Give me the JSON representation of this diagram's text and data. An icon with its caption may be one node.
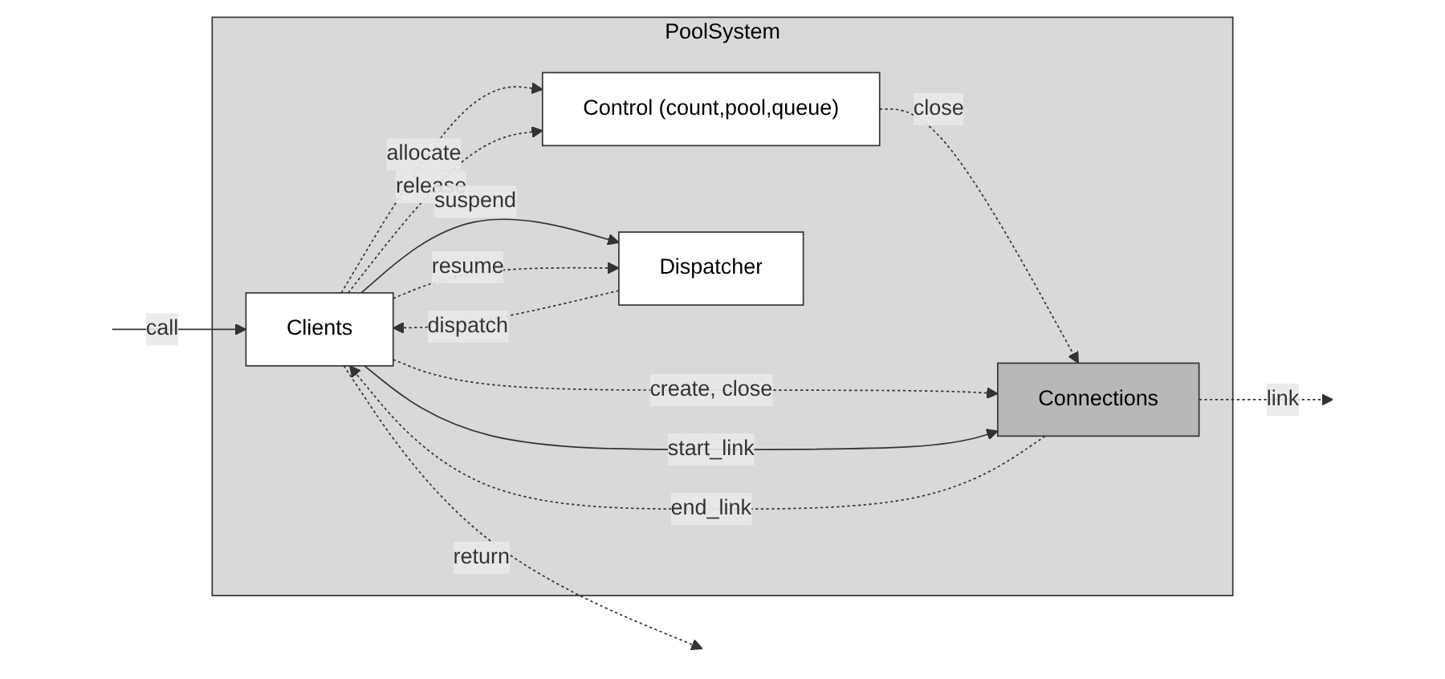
{
  "diagram": {
    "nodes": [
      {
        "text": [
          "PoolSystem"
        ]
      },
      {
        "text": [
          "Clients"
        ],
        "in": 0
      },
      {
        "text": [
          "Control (count,pool,queue)"
        ],
        "in": 0
      },
      {
        "text": [
          "Connections"
        ],
        "in": 0
      },
      {
        "text": [
          "Dispatcher"
        ],
        "in": 0
      }
    ],
    "edges": [
      {
        "from": null,
        "to": 1,
        "arrow": "to",
        "label": "call"
      },
      {
        "from": 1,
        "to": 2,
        "arrow": "to",
        "label": "allocate",
        "style": "dashed"
      },
      {
        "from": 1,
        "to": 2,
        "arrow": "to",
        "label": "release",
        "style": "dashed"
      },
      {
        "from": 2,
        "to": 3,
        "arrow": "to",
        "label": "close",
        "style": "dashed"
      },
      {
        "from": 1,
        "to": 3,
        "arrow": "to",
        "label": "create, close",
        "style": "dashed"
      },
      {
        "from": 1,
        "to": 3,
        "arrow": "to",
        "label": "start_link"
      },
      {
        "from": 3,
        "to": 1,
        "arrow": "to",
        "label": "end_link",
        "style": "dashed"
      },
      {
        "from": 3,
        "to": null,
        "arrow": "to",
        "label": "link",
        "style": "dashed"
      },
      {
        "from": 1,
        "to": 4,
        "arrow": "to",
        "label": "suspend"
      },
      {
        "from": 4,
        "to": 1,
        "arrow": "to",
        "label": "dispatch",
        "style": "dashed"
      },
      {
        "from": 1,
        "to": 4,
        "arrow": "to",
        "label": "resume",
        "style": "dashed"
      },
      {
        "from": 1,
        "to": null,
        "arrow": "to",
        "label": "return",
        "style": "dashed"
      }
    ]
  }
}
